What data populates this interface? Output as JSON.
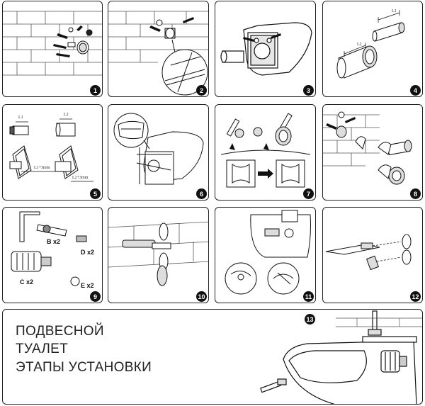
{
  "panels": [
    {
      "number": "1"
    },
    {
      "number": "2"
    },
    {
      "number": "3"
    },
    {
      "number": "4"
    },
    {
      "number": "5"
    },
    {
      "number": "6"
    },
    {
      "number": "7"
    },
    {
      "number": "8"
    },
    {
      "number": "9"
    },
    {
      "number": "10"
    },
    {
      "number": "11"
    },
    {
      "number": "12"
    },
    {
      "number": "13"
    }
  ],
  "dimensions": {
    "l1": "L1",
    "l2": "L2",
    "l1_plus": "L1+3mm",
    "l2_plus": "L2+3mm"
  },
  "parts": {
    "b": "B x2",
    "c": "C x2",
    "d": "D x2",
    "e": "E x2"
  },
  "title": {
    "line1": "ПОДВЕСНОЙ",
    "line2": "ТУАЛЕТ",
    "line3": "ЭТАПЫ УСТАНОВКИ"
  }
}
